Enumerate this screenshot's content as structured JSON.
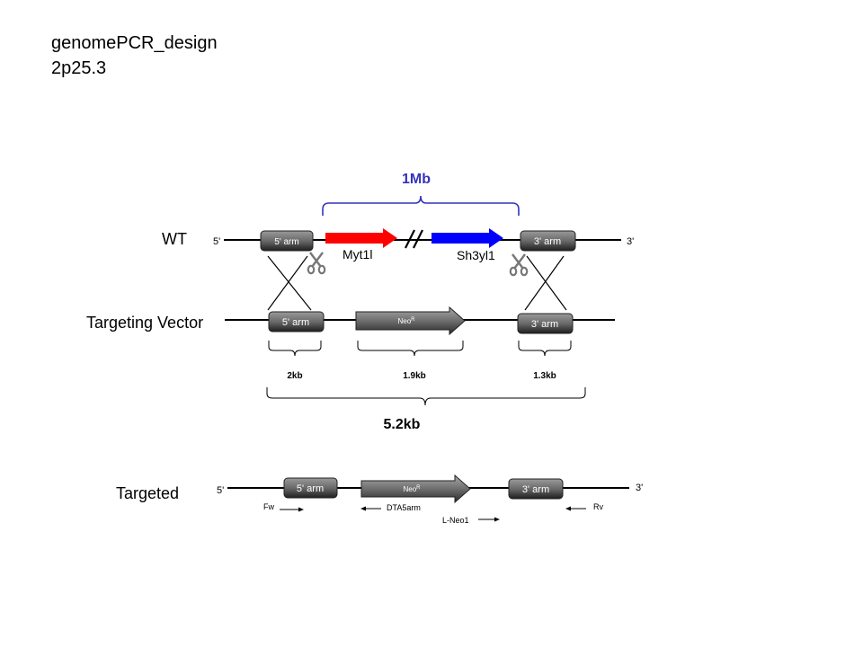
{
  "header": {
    "title_line1": "genomePCR_design",
    "title_line2": "2p25.3"
  },
  "wt": {
    "label": "WT",
    "five_prime": "5'",
    "three_prime": "3'",
    "arm5": "5' arm",
    "arm3": "3' arm",
    "gene1": "Myt1l",
    "gene1_color": "#ff0000",
    "gene2": "Sh3yl1",
    "gene2_color": "#0000ff",
    "span_label": "1Mb",
    "span_color": "#3333bb",
    "scissors_icon": "scissors-icon"
  },
  "vector": {
    "label": "Targeting Vector",
    "arm5": "5' arm",
    "neo": "Neo",
    "neo_sup": "R",
    "arm3": "3' arm",
    "size_arm5": "2kb",
    "size_neo": "1.9kb",
    "size_arm3": "1.3kb",
    "size_total": "5.2kb"
  },
  "targeted": {
    "label": "Targeted",
    "five_prime": "5'",
    "three_prime": "3'",
    "arm5": "5' arm",
    "neo": "Neo",
    "neo_sup": "R",
    "arm3": "3' arm",
    "primer_fw": "Fw",
    "primer_dta": "DTA5arm",
    "primer_lneo": "L-Neo1",
    "primer_rv": "Rv"
  }
}
